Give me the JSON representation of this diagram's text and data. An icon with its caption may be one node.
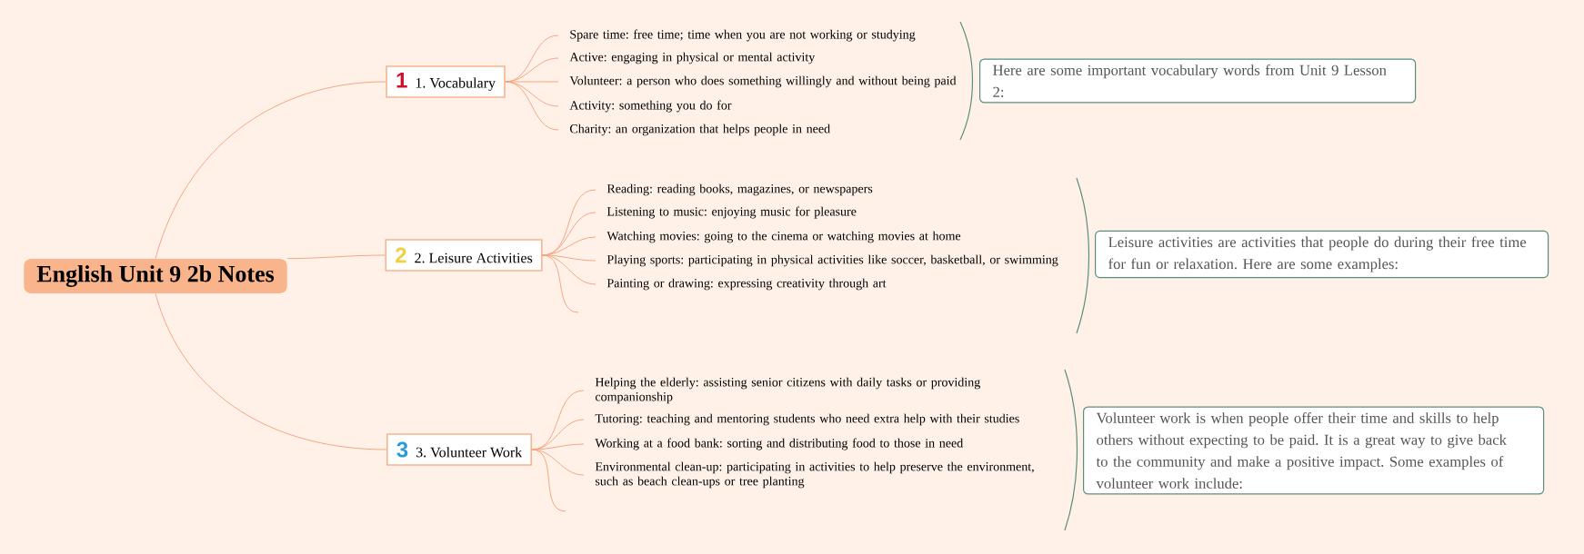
{
  "diagram": {
    "nodes": [
      {
        "text": [
          "English Unit 9 2b Notes"
        ]
      },
      {
        "text": [
          "1",
          "1. Vocabulary"
        ]
      },
      {
        "text": [
          "2",
          "2. Leisure Activities"
        ]
      },
      {
        "text": [
          "3",
          "3. Volunteer Work"
        ]
      },
      {
        "text": [
          "Spare time: free time; time when you are not working or studying"
        ]
      },
      {
        "text": [
          "Active: engaging in physical or mental activity"
        ]
      },
      {
        "text": [
          "Volunteer: a person who does something willingly and without being paid"
        ]
      },
      {
        "text": [
          "Activity: something you do for"
        ]
      },
      {
        "text": [
          "Charity: an organization that helps people in need"
        ]
      },
      {
        "text": [
          "Reading: reading books, magazines, or newspapers"
        ]
      },
      {
        "text": [
          "Listening to music: enjoying music for pleasure"
        ]
      },
      {
        "text": [
          "Watching movies: going to the cinema or watching movies at home"
        ]
      },
      {
        "text": [
          "Playing sports: participating in physical activities like soccer, basketball, or swimming"
        ]
      },
      {
        "text": [
          "Painting or drawing: expressing creativity through art"
        ]
      },
      {
        "text": [
          "Helping the elderly: assisting senior citizens with daily tasks or providing companionship"
        ]
      },
      {
        "text": [
          "Tutoring: teaching and mentoring students who need extra help with their studies"
        ]
      },
      {
        "text": [
          "Working at a food bank: sorting and distributing food to those in need"
        ]
      },
      {
        "text": [
          "Environmental clean-up: participating in activities to help preserve the environment, such as beach clean-ups or tree planting"
        ]
      },
      {
        "text": [
          "Here are some important vocabulary words from Unit 9 Lesson 2:"
        ]
      },
      {
        "text": [
          "Leisure activities are activities that people do during their free time for fun or relaxation. Here are some examples:"
        ]
      },
      {
        "text": [
          "Volunteer work is when people offer their time and skills to help others without expecting to be paid. It is a great way to give back to the community and make a positive impact. Some examples of volunteer work include:"
        ]
      }
    ],
    "edges": [
      {
        "from": 0,
        "to": 1,
        "arrow": "none"
      },
      {
        "from": 0,
        "to": 2,
        "arrow": "none"
      },
      {
        "from": 0,
        "to": 3,
        "arrow": "none"
      },
      {
        "from": 1,
        "to": 4,
        "arrow": "none"
      },
      {
        "from": 1,
        "to": 5,
        "arrow": "none"
      },
      {
        "from": 1,
        "to": 6,
        "arrow": "none"
      },
      {
        "from": 1,
        "to": 7,
        "arrow": "none"
      },
      {
        "from": 1,
        "to": 8,
        "arrow": "none"
      },
      {
        "from": 2,
        "to": 9,
        "arrow": "none"
      },
      {
        "from": 2,
        "to": 10,
        "arrow": "none"
      },
      {
        "from": 2,
        "to": 11,
        "arrow": "none"
      },
      {
        "from": 2,
        "to": 12,
        "arrow": "none"
      },
      {
        "from": 2,
        "to": 13,
        "arrow": "none"
      },
      {
        "from": 2,
        "to": null,
        "arrow": "none"
      },
      {
        "from": 3,
        "to": 14,
        "arrow": "none"
      },
      {
        "from": 3,
        "to": 15,
        "arrow": "none"
      },
      {
        "from": 3,
        "to": 16,
        "arrow": "none"
      },
      {
        "from": 3,
        "to": 17,
        "arrow": "none"
      },
      {
        "from": 3,
        "to": null,
        "arrow": "none"
      }
    ]
  }
}
